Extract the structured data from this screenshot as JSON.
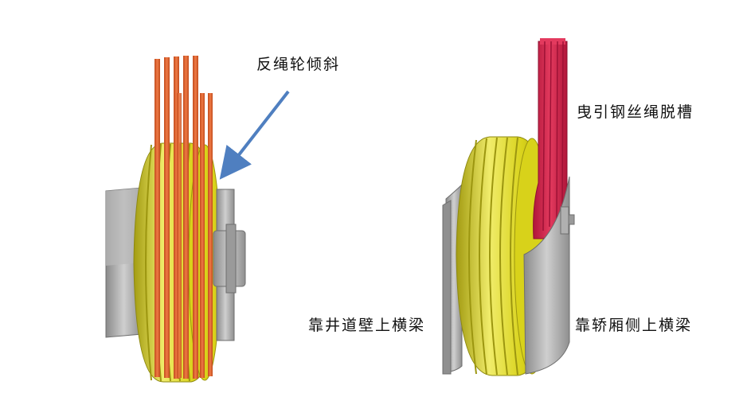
{
  "labels": {
    "tilt": "反绳轮倾斜",
    "groove": "曳引钢丝绳脱槽",
    "shaft_beam": "靠井道壁上横梁",
    "car_beam": "靠轿厢侧上横梁"
  },
  "colors": {
    "background": "#ffffff",
    "sheave_yellow": "#d8d21a",
    "sheave_highlight": "#f3ef6c",
    "sheave_shadow": "#9c9610",
    "rope_orange": "#e0622c",
    "rope_red": "#d42348",
    "steel_gray": "#a8a8a8",
    "steel_dark": "#7a7a7a",
    "arrow_blue": "#4f7fc0",
    "text": "#111111"
  }
}
